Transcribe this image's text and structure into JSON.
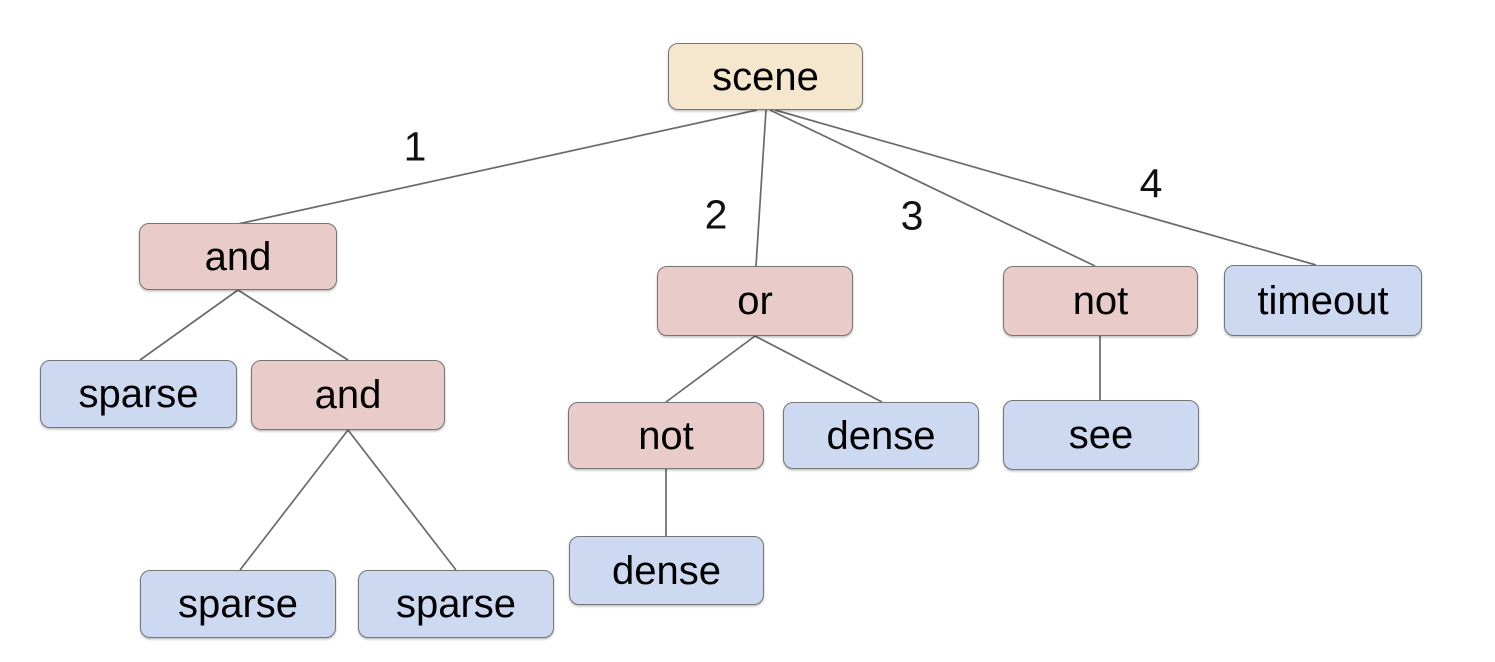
{
  "diagram": {
    "type": "tree",
    "root": "scene",
    "nodes": {
      "scene": {
        "label": "scene",
        "type": "root"
      },
      "and_1": {
        "label": "and",
        "type": "operator"
      },
      "or_1": {
        "label": "or",
        "type": "operator"
      },
      "not_2": {
        "label": "not",
        "type": "operator"
      },
      "timeout_1": {
        "label": "timeout",
        "type": "leaf"
      },
      "sparse_1": {
        "label": "sparse",
        "type": "leaf"
      },
      "and_2": {
        "label": "and",
        "type": "operator"
      },
      "not_1": {
        "label": "not",
        "type": "operator"
      },
      "dense_1": {
        "label": "dense",
        "type": "leaf"
      },
      "see_1": {
        "label": "see",
        "type": "leaf"
      },
      "dense_2": {
        "label": "dense",
        "type": "leaf"
      },
      "sparse_2": {
        "label": "sparse",
        "type": "leaf"
      },
      "sparse_3": {
        "label": "sparse",
        "type": "leaf"
      }
    },
    "edge_labels": {
      "e1": "1",
      "e2": "2",
      "e3": "3",
      "e4": "4"
    },
    "edges": [
      {
        "from": "scene",
        "to": "and_1",
        "label": "1"
      },
      {
        "from": "scene",
        "to": "or_1",
        "label": "2"
      },
      {
        "from": "scene",
        "to": "not_2",
        "label": "3"
      },
      {
        "from": "scene",
        "to": "timeout_1",
        "label": "4"
      },
      {
        "from": "and_1",
        "to": "sparse_1",
        "label": ""
      },
      {
        "from": "and_1",
        "to": "and_2",
        "label": ""
      },
      {
        "from": "and_2",
        "to": "sparse_2",
        "label": ""
      },
      {
        "from": "and_2",
        "to": "sparse_3",
        "label": ""
      },
      {
        "from": "or_1",
        "to": "not_1",
        "label": ""
      },
      {
        "from": "or_1",
        "to": "dense_1",
        "label": ""
      },
      {
        "from": "not_1",
        "to": "dense_2",
        "label": ""
      },
      {
        "from": "not_2",
        "to": "see_1",
        "label": ""
      }
    ],
    "colors": {
      "root_fill": "#f5e7cd",
      "operator_fill": "#e9cbc9",
      "leaf_fill": "#cdd9f1",
      "node_border": "#757575",
      "node_text": "#000000",
      "edge_color": "#6a6a6a",
      "edge_text": "#111111",
      "background": "#ffffff"
    }
  }
}
